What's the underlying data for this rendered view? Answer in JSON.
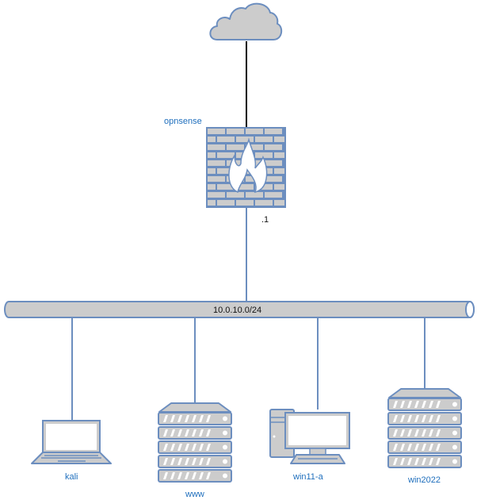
{
  "diagram": {
    "title": "Network topology",
    "colors": {
      "stroke": "#6c8ebf",
      "fill": "#cccccc",
      "label": "#1f6fbd",
      "wan_link": "#000000"
    },
    "nodes": {
      "internet": {
        "icon": "cloud-icon",
        "label": ""
      },
      "firewall": {
        "icon": "firewall-icon",
        "label": "opnsense",
        "interface_ip": ".1"
      },
      "network_bus": {
        "icon": "network-bus",
        "label": "10.0.10.0/24"
      },
      "hosts": [
        {
          "id": "kali",
          "icon": "laptop-icon",
          "label": "kali"
        },
        {
          "id": "www",
          "icon": "server-icon",
          "label": "www"
        },
        {
          "id": "win11-a",
          "icon": "desktop-pc-icon",
          "label": "win11-a"
        },
        {
          "id": "win2022",
          "icon": "server-icon",
          "label": "win2022"
        }
      ]
    },
    "links": [
      {
        "from": "internet",
        "to": "firewall",
        "type": "wan"
      },
      {
        "from": "firewall",
        "to": "network_bus",
        "type": "lan"
      },
      {
        "from": "network_bus",
        "to": "kali",
        "type": "lan"
      },
      {
        "from": "network_bus",
        "to": "www",
        "type": "lan"
      },
      {
        "from": "network_bus",
        "to": "win11-a",
        "type": "lan"
      },
      {
        "from": "network_bus",
        "to": "win2022",
        "type": "lan"
      }
    ]
  }
}
